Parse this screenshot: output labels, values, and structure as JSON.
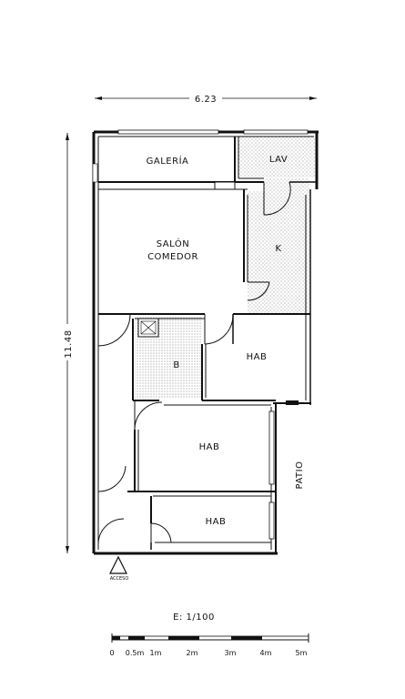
{
  "plan": {
    "dim_width": "6.23",
    "dim_height": "11.48",
    "rooms": {
      "galeria": "GALERÍA",
      "lav": "LAV",
      "salon_line1": "SALÓN",
      "salon_line2": "COMEDOR",
      "kitchen": "K",
      "bath": "B",
      "hab_1": "HAB",
      "hab_2": "HAB",
      "hab_3": "HAB"
    },
    "patio": "PATIO",
    "access": "ACCESO",
    "scale": "E: 1/100",
    "scale_bar_labels": [
      "0",
      "0.5m",
      "1m",
      "2m",
      "3m",
      "4m",
      "5m"
    ]
  }
}
